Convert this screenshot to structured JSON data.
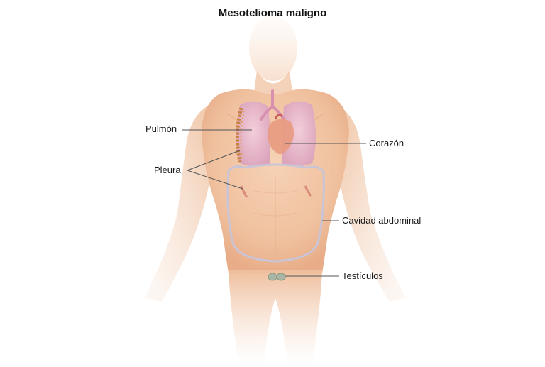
{
  "title": "Mesotelioma maligno",
  "labels": {
    "pulmon": "Pulmón",
    "pleura": "Pleura",
    "corazon": "Corazón",
    "cavidad_abdominal": "Cavidad abdominal",
    "testiculos": "Testículos"
  },
  "colors": {
    "skin": "#f3c9a8",
    "skin_shadow": "#e6ab86",
    "lung": "#e8b9cf",
    "heart": "#e8987d",
    "pleura_tumor": "#c9813e",
    "abdominal_outline": "#c9c4d6",
    "leader_line": "#555555"
  }
}
